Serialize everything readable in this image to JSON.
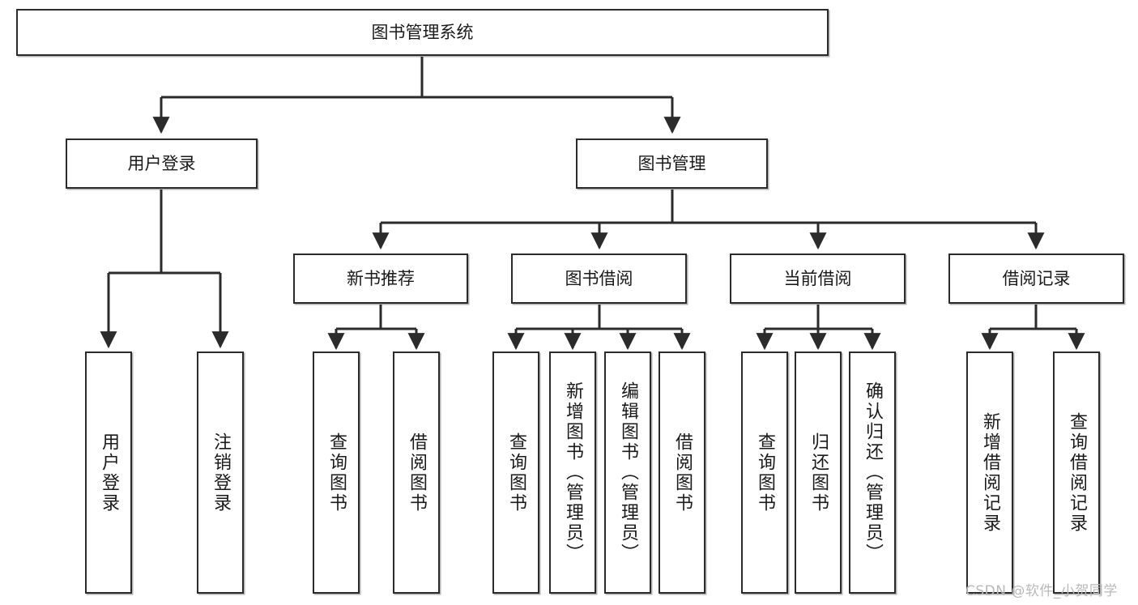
{
  "diagram": {
    "title_text": "图书管理系统",
    "type": "tree-hierarchy-diagram",
    "colors": {
      "box_border": "#2b2b2b",
      "box_fill": "#ffffff",
      "connector": "#2b2b2b",
      "watermark": "#b9b9b9",
      "background": "#ffffff"
    },
    "root": {
      "label": "图书管理系统"
    },
    "level2": [
      {
        "id": "user-login",
        "label": "用户登录"
      },
      {
        "id": "book-manage",
        "label": "图书管理"
      }
    ],
    "level3": [
      {
        "id": "new-book-rec",
        "label": "新书推荐"
      },
      {
        "id": "book-borrow",
        "label": "图书借阅"
      },
      {
        "id": "current-borrow",
        "label": "当前借阅"
      },
      {
        "id": "borrow-record",
        "label": "借阅记录"
      }
    ],
    "leaves": {
      "user_login": [
        {
          "id": "leaf-user-login",
          "label": "用户登录"
        },
        {
          "id": "leaf-user-logout",
          "label": "注销登录"
        }
      ],
      "new_book_rec": [
        {
          "id": "leaf-query-book-1",
          "label": "查询图书"
        },
        {
          "id": "leaf-borrow-book-1",
          "label": "借阅图书"
        }
      ],
      "book_borrow": [
        {
          "id": "leaf-query-book-2",
          "label": "查询图书"
        },
        {
          "id": "leaf-add-book",
          "label": "新增图书（管理员）"
        },
        {
          "id": "leaf-edit-book",
          "label": "编辑图书（管理员）"
        },
        {
          "id": "leaf-borrow-book-2",
          "label": "借阅图书"
        }
      ],
      "current_borrow": [
        {
          "id": "leaf-query-book-3",
          "label": "查询图书"
        },
        {
          "id": "leaf-return-book",
          "label": "归还图书"
        },
        {
          "id": "leaf-confirm-return",
          "label": "确认归还（管理员）"
        }
      ],
      "borrow_record": [
        {
          "id": "leaf-add-record",
          "label": "新增借阅记录"
        },
        {
          "id": "leaf-query-record",
          "label": "查询借阅记录"
        }
      ]
    }
  },
  "watermark": {
    "text": "CSDN @软件_小贺同学"
  }
}
